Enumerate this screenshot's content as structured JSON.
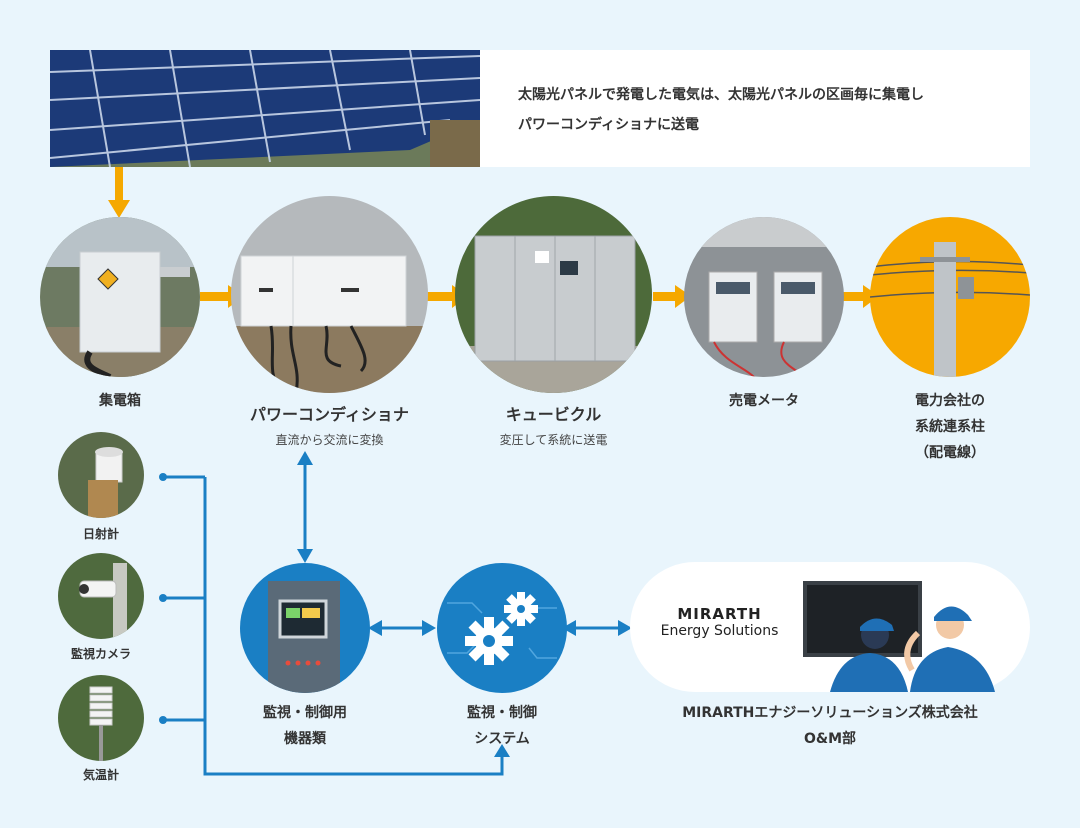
{
  "intro": {
    "line1": "太陽光パネルで発電した電気は、太陽光パネルの区画毎に集電し",
    "line2": "パワーコンディショナに送電"
  },
  "nodes": {
    "junction_box": {
      "label": "集電箱"
    },
    "power_conditioner": {
      "label": "パワーコンディショナ",
      "sub": "直流から交流に変換"
    },
    "cubicle": {
      "label": "キュービクル",
      "sub": "変圧して系統に送電"
    },
    "meter": {
      "label": "売電メータ"
    },
    "utility_pole": {
      "line1": "電力会社の",
      "line2": "系統連系柱",
      "line3": "（配電線）"
    },
    "monitor_device": {
      "line1": "監視・制御用",
      "line2": "機器類"
    },
    "monitor_system": {
      "line1": "監視・制御",
      "line2": "システム"
    },
    "company": {
      "logo_line1": "MIRARTH",
      "logo_line2": "Energy Solutions",
      "line1": "MIRARTHエナジーソリューションズ株式会社",
      "line2": "O&M部"
    }
  },
  "sensors": [
    {
      "label": "日射計"
    },
    {
      "label": "監視カメラ"
    },
    {
      "label": "気温計"
    }
  ],
  "colors": {
    "arrow_orange": "#f5a800",
    "line_blue": "#1a7fc4",
    "bg": "#e9f5fc",
    "pole_bg": "#f7a800"
  }
}
